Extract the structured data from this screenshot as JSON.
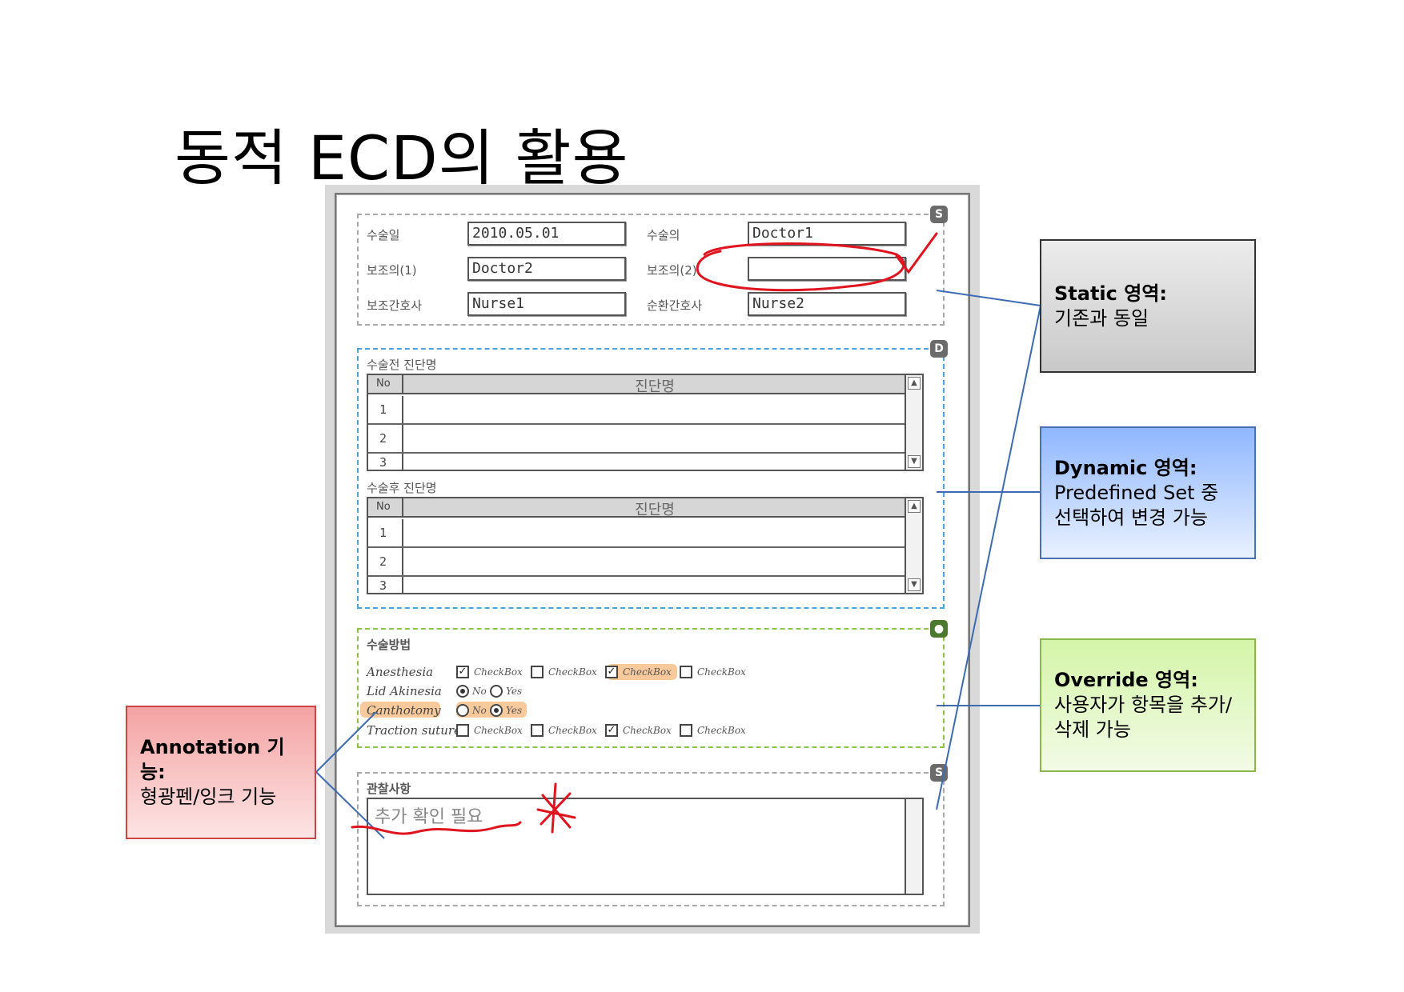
{
  "slide": {
    "title": "동적 ECD의 활용"
  },
  "static_section": {
    "badge": "S",
    "fields": [
      {
        "label": "수술일",
        "value": "2010.05.01"
      },
      {
        "label": "수술의",
        "value": "Doctor1"
      },
      {
        "label": "보조의(1)",
        "value": "Doctor2"
      },
      {
        "label": "보조의(2)",
        "value": ""
      },
      {
        "label": "보조간호사",
        "value": "Nurse1"
      },
      {
        "label": "순환간호사",
        "value": "Nurse2"
      }
    ]
  },
  "dynamic_section": {
    "badge": "D",
    "tables": [
      {
        "title": "수술전 진단명",
        "col_no": "No",
        "col_name": "진단명",
        "rows": [
          "1",
          "2",
          "3"
        ]
      },
      {
        "title": "수술후 진단명",
        "col_no": "No",
        "col_name": "진단명",
        "rows": [
          "1",
          "2",
          "3"
        ]
      }
    ]
  },
  "override_section": {
    "title": "수술방법",
    "rows": [
      {
        "label": "Anesthesia",
        "type": "checkbox",
        "options": [
          {
            "text": "CheckBox",
            "checked": true
          },
          {
            "text": "CheckBox",
            "checked": false
          },
          {
            "text": "CheckBox",
            "checked": true
          },
          {
            "text": "CheckBox",
            "checked": false
          }
        ]
      },
      {
        "label": "Lid Akinesia",
        "type": "radio",
        "options": [
          {
            "text": "No",
            "checked": true
          },
          {
            "text": "Yes",
            "checked": false
          }
        ]
      },
      {
        "label": "Canthotomy",
        "type": "radio",
        "options": [
          {
            "text": "No",
            "checked": false
          },
          {
            "text": "Yes",
            "checked": true
          }
        ]
      },
      {
        "label": "Traction suture",
        "type": "checkbox",
        "options": [
          {
            "text": "CheckBox",
            "checked": false
          },
          {
            "text": "CheckBox",
            "checked": false
          },
          {
            "text": "CheckBox",
            "checked": true
          },
          {
            "text": "CheckBox",
            "checked": false
          }
        ]
      }
    ]
  },
  "observation_section": {
    "badge": "S",
    "title": "관찰사항",
    "text": "추가 확인 필요"
  },
  "callouts": {
    "static": {
      "title": "Static 영역:",
      "body": "기존과 동일"
    },
    "dynamic": {
      "title": "Dynamic 영역:",
      "body": "Predefined Set 중 선택하여 변경 가능"
    },
    "override": {
      "title": "Override 영역:",
      "body": "사용자가 항목을 추가/삭제 가능"
    },
    "annotation": {
      "title": "Annotation 기능:",
      "body": "형광펜/잉크 기능"
    }
  },
  "colors": {
    "dynamic_border": "#4aa3df",
    "override_border": "#8bc34a",
    "ink": "#e0141e",
    "highlight": "#f6c08a",
    "connector": "#3d6bb3"
  }
}
